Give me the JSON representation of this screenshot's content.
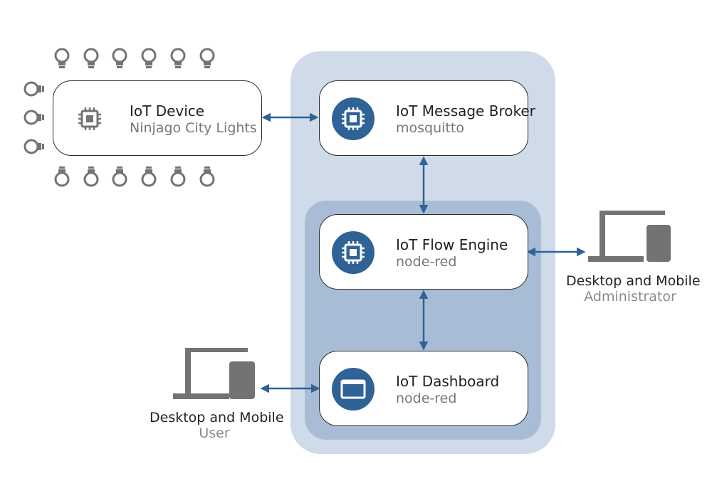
{
  "colors": {
    "outer_panel": "#cfdbe8",
    "inner_panel": "#a8bdd5",
    "accent": "#2f6296",
    "gray_icon": "#737373",
    "arrow": "#2f6296"
  },
  "nodes": {
    "device": {
      "title": "IoT Device",
      "subtitle": "Ninjago City Lights",
      "icon": "chip-icon"
    },
    "broker": {
      "title": "IoT Message Broker",
      "subtitle": "mosquitto",
      "icon": "chip-icon"
    },
    "flow": {
      "title": "IoT Flow Engine",
      "subtitle": "node-red",
      "icon": "chip-icon"
    },
    "dashboard": {
      "title": "IoT Dashboard",
      "subtitle": "node-red",
      "icon": "window-icon"
    }
  },
  "clients": {
    "admin": {
      "title": "Desktop and Mobile",
      "subtitle": "Administrator",
      "icon": "desktop-mobile-icon"
    },
    "user": {
      "title": "Desktop and Mobile",
      "subtitle": "User",
      "icon": "desktop-mobile-icon"
    }
  },
  "lights": {
    "icon": "light-bulb-icon",
    "top_row_count": 6,
    "bottom_row_count": 6,
    "left_column_count": 3
  }
}
